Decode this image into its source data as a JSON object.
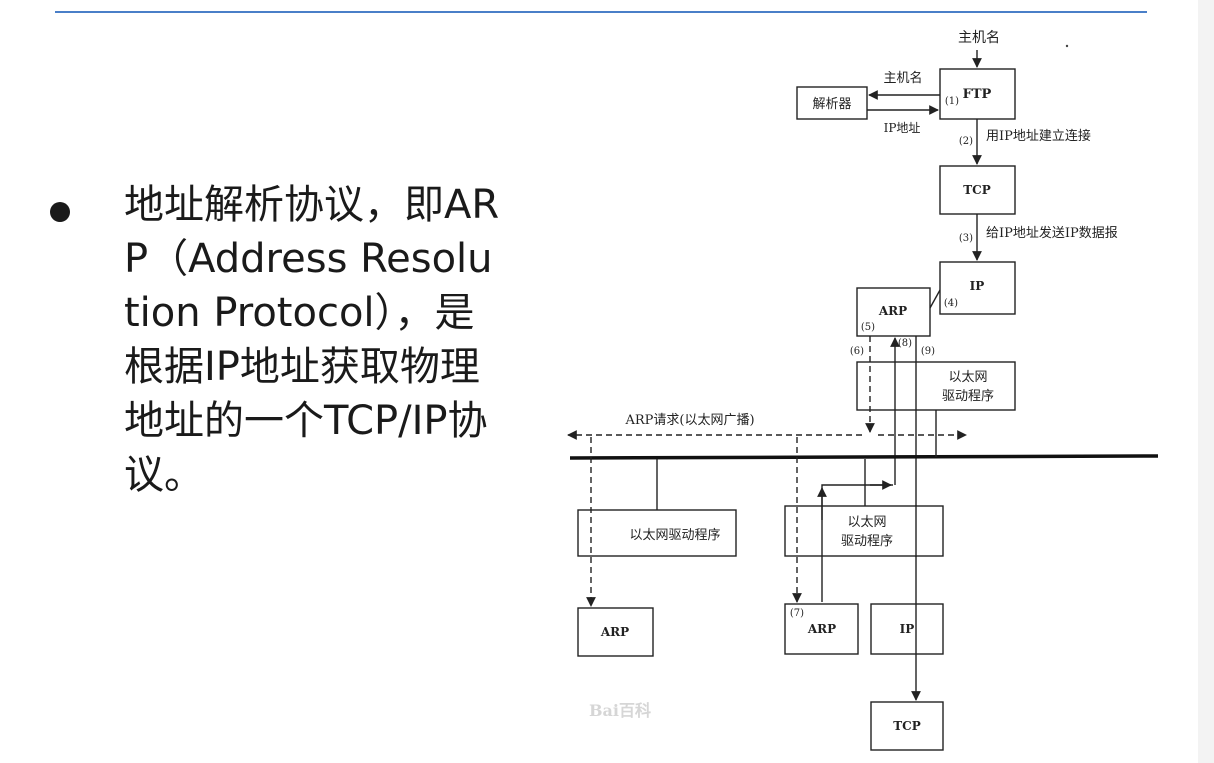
{
  "bullet": {
    "text": "地址解析协议，即ARP（Address Resolution Protocol），是根据IP地址获取物理地址的一个TCP/IP协议。"
  },
  "diagram": {
    "hostname_top": "主机名",
    "hostname_side": "主机名",
    "resolver": "解析器",
    "ip_address": "IP地址",
    "ftp": "FTP",
    "tcp_top": "TCP",
    "ip_top": "IP",
    "arp_top": "ARP",
    "eth_driver_top_line1": "以太网",
    "eth_driver_top_line2": "驱动程序",
    "eth_driver_left": "以太网驱动程序",
    "eth_driver_mid_line1": "以太网",
    "eth_driver_mid_line2": "驱动程序",
    "arp_left": "ARP",
    "arp_mid": "ARP",
    "ip_bottom": "IP",
    "tcp_bottom": "TCP",
    "arp_request": "ARP请求(以太网广播)",
    "step1": "(1)",
    "step2": "(2)",
    "step2_label": "用IP地址建立连接",
    "step3": "(3)",
    "step3_label": "给IP地址发送IP数据报",
    "step4": "(4)",
    "step5": "(5)",
    "step6": "(6)",
    "step7": "(7)",
    "step8": "(8)",
    "step9": "(9)",
    "watermark": "Bai百科"
  },
  "colors": {
    "rule": "#4a7fc8",
    "text": "#1a1a1a",
    "line": "#222222"
  }
}
